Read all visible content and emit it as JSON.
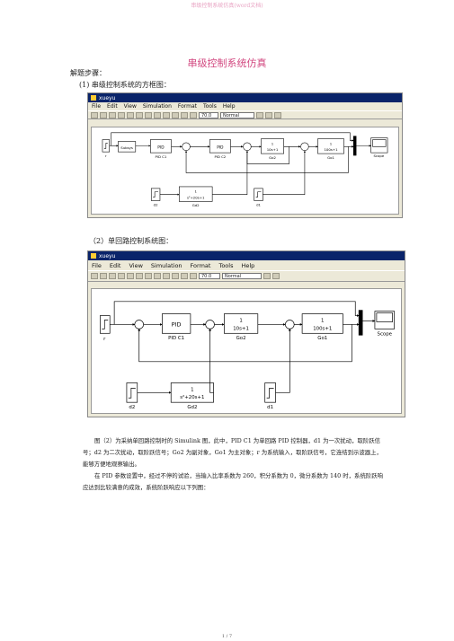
{
  "page": {
    "header": "串级控制系统仿真(word文档)",
    "title": "串级控制系统仿真",
    "solution_label": "解题步骤：",
    "step1": "(1) 串级控制系统的方框图：",
    "step2": "（2）单回路控制系统图：",
    "footer": "1 / 7"
  },
  "window1": {
    "title": "xueyu",
    "menu": [
      "File",
      "Edit",
      "View",
      "Simulation",
      "Format",
      "Tools",
      "Help"
    ],
    "stop_time": "70.0",
    "mode": "Normal"
  },
  "window2": {
    "title": "xueyu",
    "menu": [
      "File",
      "Edit",
      "View",
      "Simulation",
      "Format",
      "Tools",
      "Help"
    ],
    "stop_time": "70.0",
    "mode": "Normal"
  },
  "diagram1": {
    "blocks": {
      "step_in": "r",
      "subsys": "Subsys",
      "pid1": "PID",
      "pid1_name": "PID C1",
      "pid2": "PID",
      "pid2_name": "PID C2",
      "g2_num": "1",
      "g2_den": "10s+1",
      "g2_name": "Go2",
      "g1_num": "1",
      "g1_den": "100s+1",
      "g1_name": "Go1",
      "scope": "Scope",
      "d2_name": "d2",
      "gd2_num": "1",
      "gd2_den": "s²+20s+1",
      "gd2_name": "Gd2",
      "d1_name": "d1"
    }
  },
  "diagram2": {
    "blocks": {
      "step_in": "r",
      "pid": "PID",
      "pid_name": "PID C1",
      "g2_num": "1",
      "g2_den": "10s+1",
      "g2_name": "Go2",
      "g1_num": "1",
      "g1_den": "100s+1",
      "g1_name": "Go1",
      "scope": "Scope",
      "d2_name": "d2",
      "gd2_num": "1",
      "gd2_den": "s²+20s+1",
      "gd2_name": "Gd2",
      "d1_name": "d1"
    }
  },
  "body": {
    "p1": "图（2）为采纳单回路控制时的 Simulink 图，此中，PID C1 为单回路 PID 控制器，d1 为一次扰动，取阶跃信号；d2 为二次扰动，取阶跃信号；Go2 为副对象，Go1 为主对象；r 为系统输入，取阶跃信号，它连结到示波器上，能够方便地观察输出。",
    "p2": "在 PID 参数设置中，经过不停的试验，当输入比率系数为 260，积分系数为 0，微分系数为 140 时，系统阶跃响应达到比较满意的成效，系统阶跃响应以下列图："
  }
}
